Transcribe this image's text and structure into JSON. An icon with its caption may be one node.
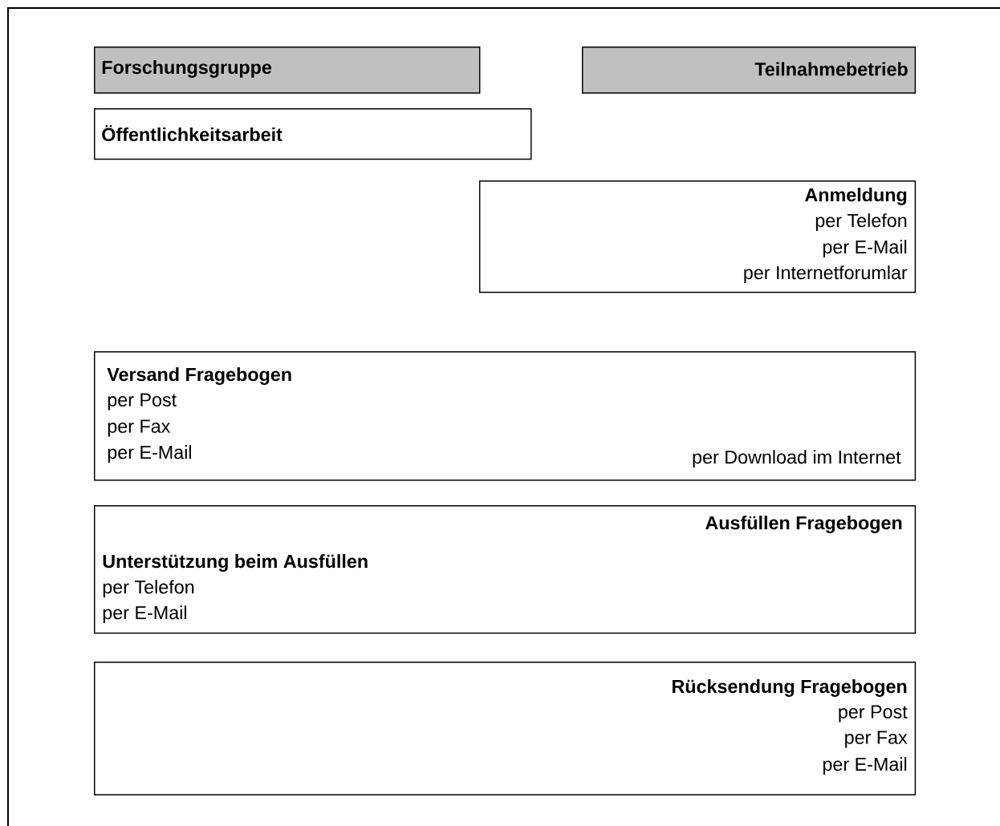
{
  "diagram": {
    "nodes": [
      {
        "text": [
          "Forschungsgruppe"
        ]
      },
      {
        "text": [
          "Teilnahmebetrieb"
        ]
      },
      {
        "text": [
          "Öffentlichkeitsarbeit"
        ]
      },
      {
        "text": [
          "Anmeldung",
          "per Telefon",
          "per E-Mail",
          "per Internetforumlar"
        ]
      },
      {
        "text": [
          "Versand Fragebogen",
          "per Post",
          "per Fax",
          "per E-Mail",
          "per Download im Internet"
        ]
      },
      {
        "text": [
          "Ausfüllen Fragebogen",
          "Unterstützung beim Ausfüllen",
          "per Telefon",
          "per E-Mail"
        ]
      },
      {
        "text": [
          "Rücksendung Fragebogen",
          "per Post",
          "per Fax",
          "per E-Mail"
        ]
      }
    ]
  }
}
